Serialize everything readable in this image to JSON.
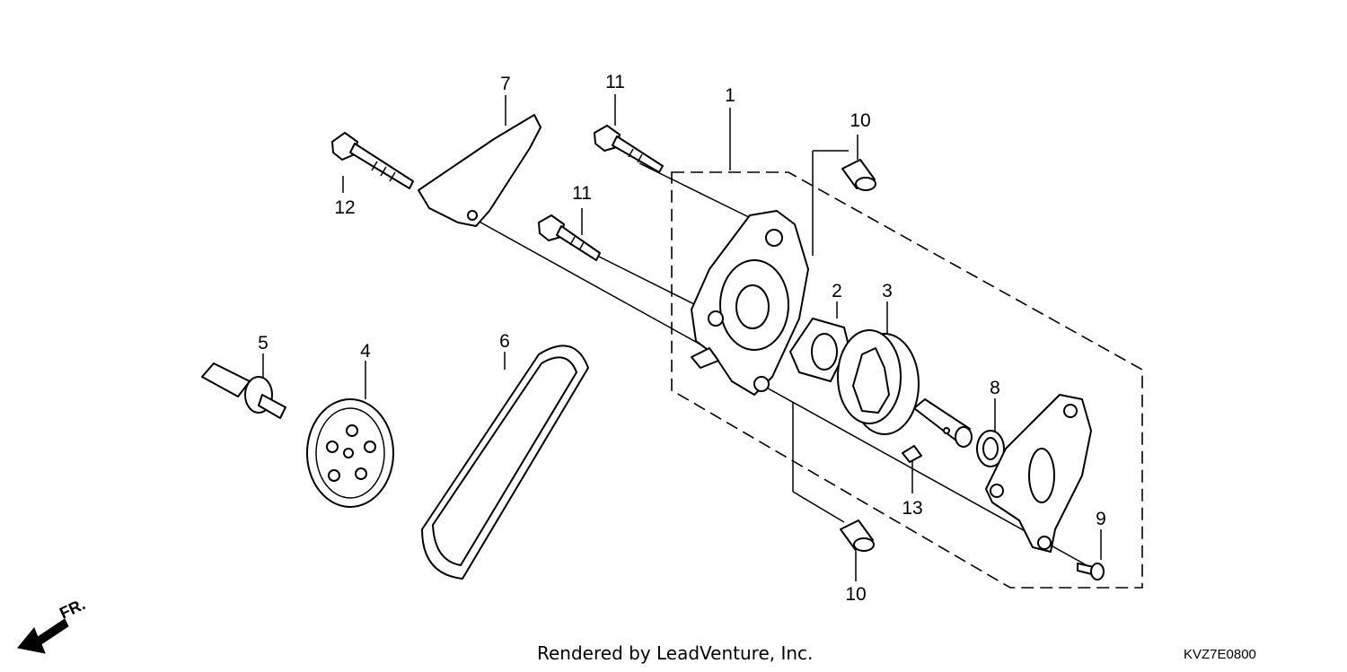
{
  "diagram": {
    "callouts": [
      "1",
      "2",
      "3",
      "4",
      "5",
      "6",
      "7",
      "8",
      "9",
      "10",
      "10",
      "11",
      "11",
      "12",
      "13"
    ],
    "direction_label": "FR.",
    "credit": "Rendered by LeadVenture, Inc.",
    "diagram_code": "KVZ7E0800"
  }
}
